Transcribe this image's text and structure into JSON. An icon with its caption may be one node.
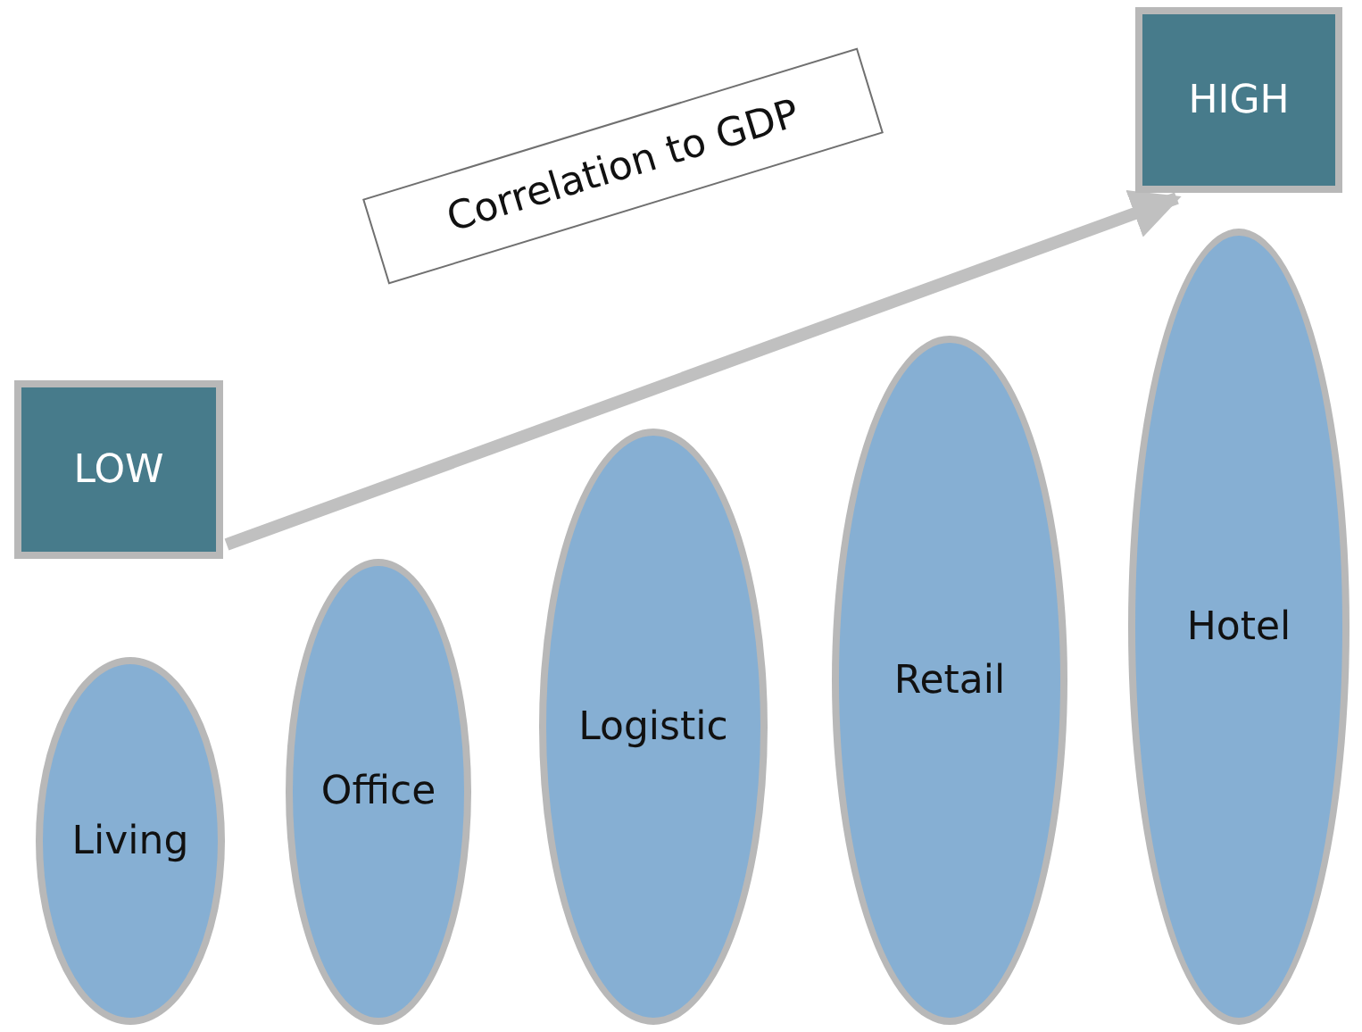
{
  "diagram": {
    "nodes": [
      {
        "text": [
          "LOW"
        ]
      },
      {
        "text": [
          "Correlation to GDP"
        ]
      },
      {
        "text": [
          "HIGH"
        ]
      },
      {
        "text": [
          "Living"
        ]
      },
      {
        "text": [
          "Office"
        ]
      },
      {
        "text": [
          "Logistic"
        ]
      },
      {
        "text": [
          "Retail"
        ]
      },
      {
        "text": [
          "Hotel"
        ]
      }
    ],
    "edges": [
      {
        "from": 0,
        "to": 2,
        "arrow": "to"
      }
    ]
  }
}
